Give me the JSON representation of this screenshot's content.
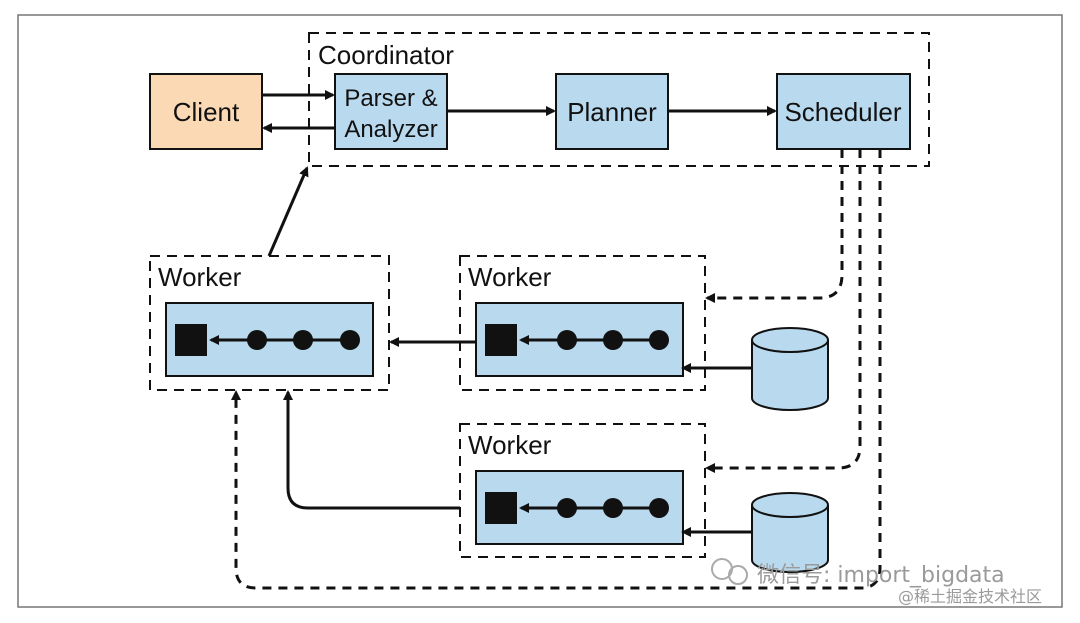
{
  "coordinator": {
    "title": "Coordinator",
    "nodes": {
      "parser_line1": "Parser &",
      "parser_line2": "Analyzer",
      "planner": "Planner",
      "scheduler": "Scheduler"
    }
  },
  "client": {
    "label": "Client"
  },
  "workers": [
    {
      "title": "Worker"
    },
    {
      "title": "Worker"
    },
    {
      "title": "Worker"
    }
  ],
  "watermark": {
    "line1": "微信号: import_bigdata",
    "line2": "@稀土掘金技术社区"
  },
  "colors": {
    "client_fill": "#fbd9b4",
    "node_fill": "#b9d9ee",
    "stroke": "#111111",
    "frame": "#777777"
  }
}
